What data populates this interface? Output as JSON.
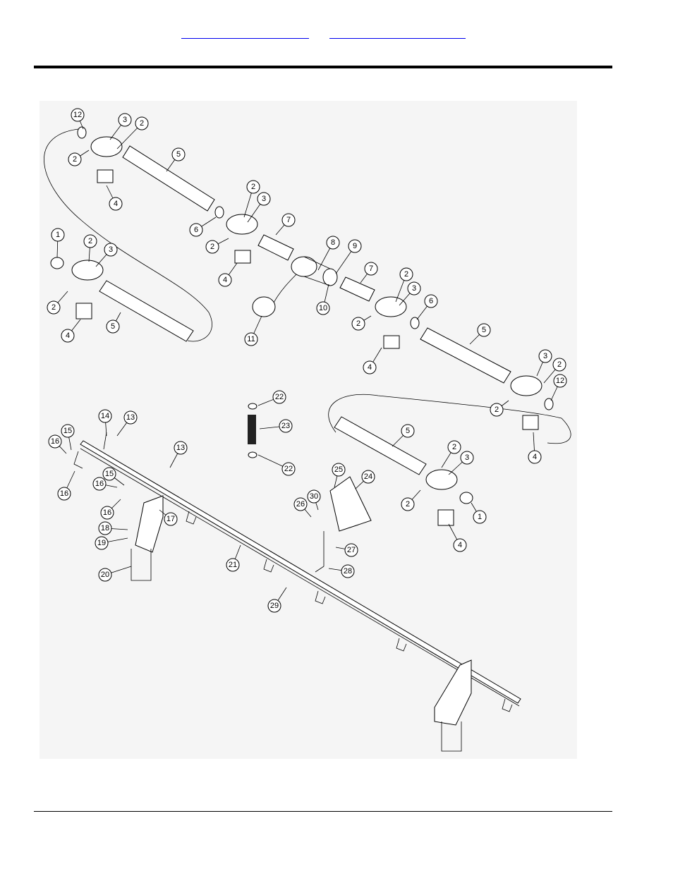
{
  "header": {
    "links": [
      {
        "id": "link-a",
        "text": ""
      },
      {
        "id": "link-b",
        "text": ""
      }
    ]
  },
  "diagram": {
    "callouts": [
      "1",
      "2",
      "3",
      "4",
      "5",
      "6",
      "7",
      "8",
      "9",
      "10",
      "11",
      "12",
      "13",
      "14",
      "15",
      "16",
      "17",
      "18",
      "19",
      "20",
      "21",
      "22",
      "23",
      "24",
      "25",
      "26",
      "27",
      "28",
      "29",
      "30"
    ]
  }
}
